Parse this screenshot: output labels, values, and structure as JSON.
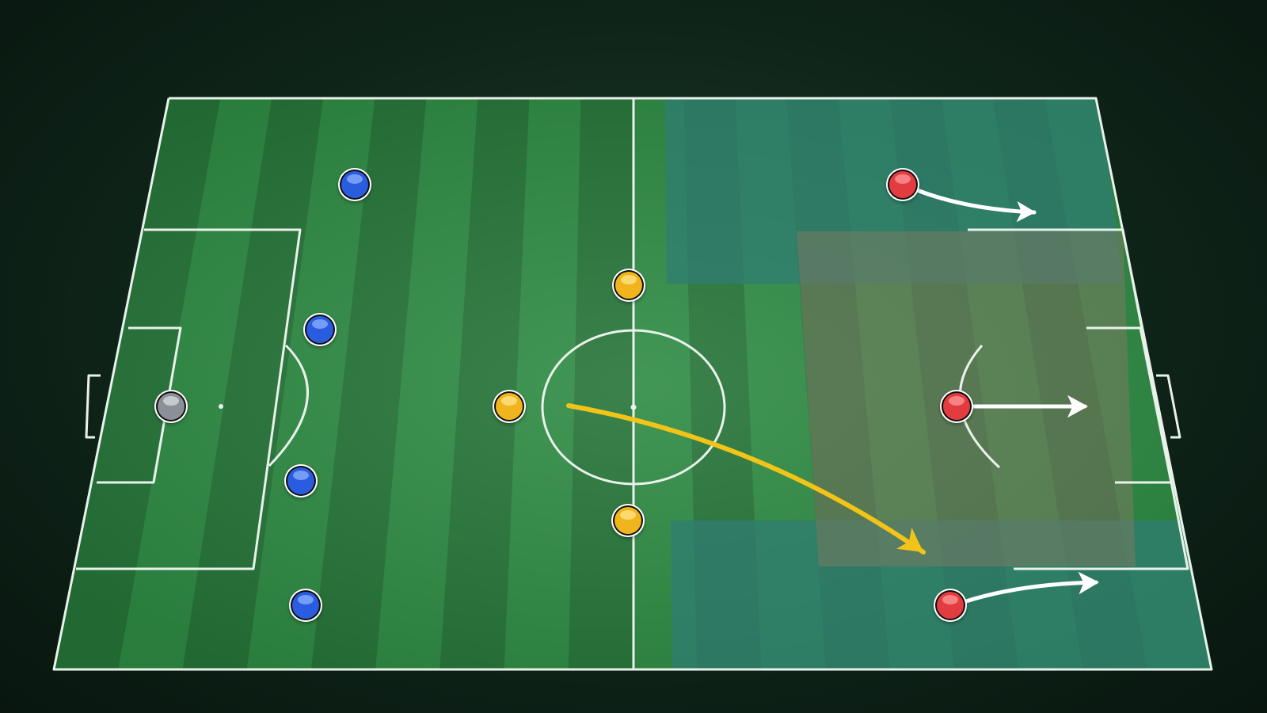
{
  "pitch": {
    "grass_light": "#2e8b43",
    "grass_dark": "#1f6330",
    "line_color": "#e9f2ea"
  },
  "zones": [
    {
      "name": "zone-right-upper-wing",
      "color": "#2f7d74"
    },
    {
      "name": "zone-right-lower-wing",
      "color": "#2f7d74"
    },
    {
      "name": "zone-right-penalty-area",
      "color": "#7a7a62"
    }
  ],
  "teams": {
    "blue": {
      "color": "#2a5ce0",
      "highlight": "#8fb1ff"
    },
    "yellow": {
      "color": "#f0b51c",
      "highlight": "#ffe58a"
    },
    "red": {
      "color": "#e23b3f",
      "highlight": "#ff9a9c"
    },
    "grey": {
      "color": "#8a9096",
      "highlight": "#d9dde1"
    }
  },
  "players": [
    {
      "id": "goalkeeper",
      "team": "grey"
    },
    {
      "id": "blue-defender-1",
      "team": "blue"
    },
    {
      "id": "blue-defender-2",
      "team": "blue"
    },
    {
      "id": "blue-defender-3",
      "team": "blue"
    },
    {
      "id": "blue-defender-4",
      "team": "blue"
    },
    {
      "id": "yellow-midfielder-1",
      "team": "yellow"
    },
    {
      "id": "yellow-midfielder-2",
      "team": "yellow"
    },
    {
      "id": "yellow-midfielder-3",
      "team": "yellow"
    },
    {
      "id": "red-forward-1",
      "team": "red"
    },
    {
      "id": "red-forward-2",
      "team": "red"
    },
    {
      "id": "red-forward-3",
      "team": "red"
    }
  ],
  "arrows": [
    {
      "name": "through-ball-pass-arrow",
      "color": "#f2c418"
    },
    {
      "name": "red-run-arrow-top",
      "color": "#ffffff"
    },
    {
      "name": "red-run-arrow-middle",
      "color": "#ffffff"
    },
    {
      "name": "red-run-arrow-bottom",
      "color": "#ffffff"
    }
  ]
}
